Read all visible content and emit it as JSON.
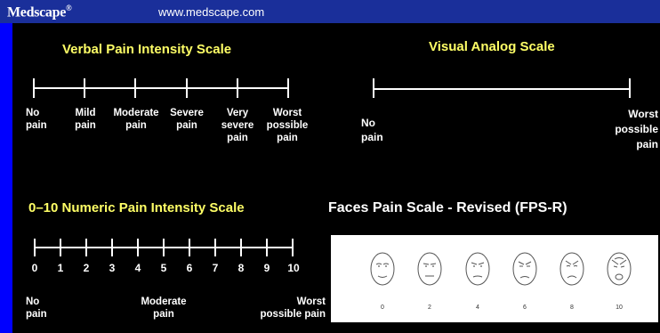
{
  "header": {
    "brand": "Medscape",
    "brand_mark": "®",
    "url": "www.medscape.com"
  },
  "verbal_scale": {
    "title": "Verbal Pain Intensity Scale",
    "labels": [
      "No\npain",
      "Mild\npain",
      "Moderate\npain",
      "Severe\npain",
      "Very\nsevere\npain",
      "Worst\npossible\npain"
    ]
  },
  "visual_analog": {
    "title": "Visual Analog Scale",
    "left_label": "No\npain",
    "right_label": "Worst\npossible\npain"
  },
  "numeric_scale": {
    "title": "0–10 Numeric Pain Intensity Scale",
    "numbers": [
      "0",
      "1",
      "2",
      "3",
      "4",
      "5",
      "6",
      "7",
      "8",
      "9",
      "10"
    ],
    "left_label": "No\npain",
    "mid_label": "Moderate\npain",
    "right_label": "Worst\npossible pain"
  },
  "faces_scale": {
    "title": "Faces Pain Scale  - Revised (FPS-R)",
    "scores": [
      "0",
      "2",
      "4",
      "6",
      "8",
      "10"
    ]
  },
  "colors": {
    "background": "#0000ff",
    "panel": "#000000",
    "title_yellow": "#ffff66",
    "text": "#ffffff"
  }
}
